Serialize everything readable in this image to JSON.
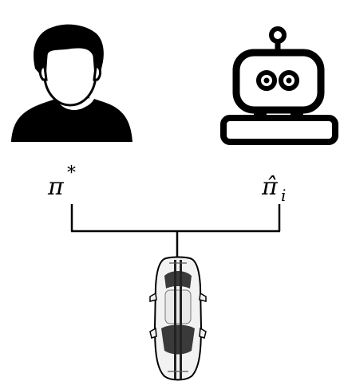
{
  "diagram": {
    "nodes": [
      {
        "id": "human",
        "icon": "human-silhouette-icon",
        "label_base": "π",
        "label_mark": "*"
      },
      {
        "id": "robot",
        "icon": "robot-icon",
        "label_base": "π̂",
        "label_sub": "i"
      },
      {
        "id": "car",
        "icon": "race-car-icon"
      }
    ],
    "colors": {
      "stroke": "#000000",
      "background": "#ffffff",
      "car_body": "#f2f2f2",
      "car_dark": "#3a3a3a"
    }
  }
}
